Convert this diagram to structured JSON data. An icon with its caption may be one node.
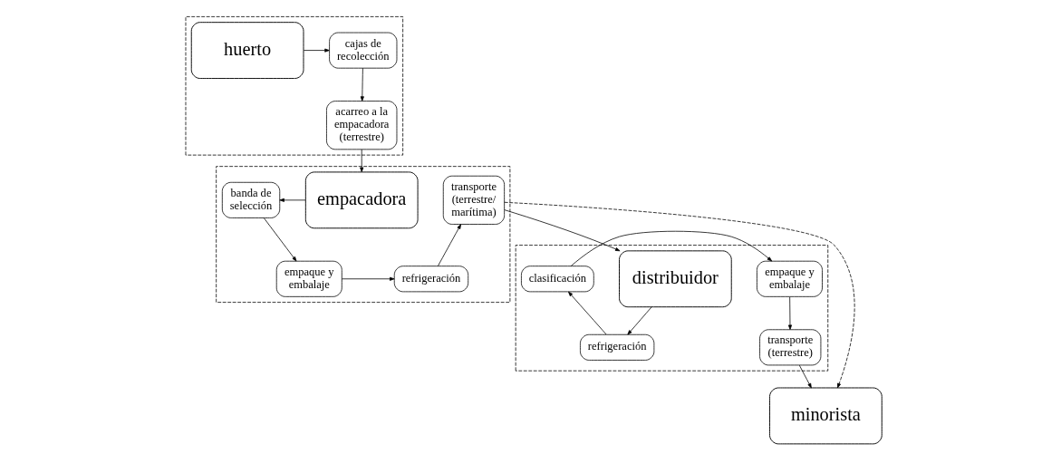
{
  "diagram": {
    "nodes": [
      {
        "text": [],
        "shape": "box"
      },
      {
        "text": [
          "huerto"
        ],
        "in": 0
      },
      {
        "text": [
          "cajas de recolección"
        ],
        "in": 0
      },
      {
        "text": [
          "acarreo a la empacadora (terrestre)"
        ],
        "in": 0
      },
      {
        "text": [],
        "shape": "box"
      },
      {
        "text": [
          "distribuidor"
        ],
        "in": 4
      },
      {
        "text": [
          "clasificación"
        ],
        "in": 4
      },
      {
        "text": [
          "empaque y embalaje"
        ],
        "in": 4
      },
      {
        "text": [
          "refrigeración"
        ],
        "in": 4
      },
      {
        "text": [
          "transporte (terrestre)"
        ],
        "in": 4
      },
      {
        "text": [],
        "shape": "box"
      },
      {
        "text": [
          "empacadora"
        ],
        "in": 10
      },
      {
        "text": [
          "banda de selección"
        ],
        "in": 10
      },
      {
        "text": [
          "transporte (terrestre/ marítima)"
        ],
        "in": 10
      },
      {
        "text": [
          "empaque y embalaje"
        ],
        "in": 10
      },
      {
        "text": [
          "refrigeración"
        ],
        "in": 10
      },
      {
        "text": [
          "minorista"
        ]
      }
    ],
    "edges": [
      {
        "from": 1,
        "to": 2,
        "arrow": "to"
      },
      {
        "from": 2,
        "to": 3,
        "arrow": "to"
      },
      {
        "from": 3,
        "to": 11,
        "arrow": "to"
      },
      {
        "from": 11,
        "to": 12,
        "arrow": "to"
      },
      {
        "from": 12,
        "to": 14,
        "arrow": "to"
      },
      {
        "from": 14,
        "to": 15,
        "arrow": "to"
      },
      {
        "from": 15,
        "to": 13,
        "arrow": "to"
      },
      {
        "from": 13,
        "to": 5,
        "arrow": "to"
      },
      {
        "from": 5,
        "to": 8,
        "arrow": "to"
      },
      {
        "from": 8,
        "to": 6,
        "arrow": "to"
      },
      {
        "from": 6,
        "to": 7,
        "arrow": "to"
      },
      {
        "from": 7,
        "to": 9,
        "arrow": "to"
      },
      {
        "from": 9,
        "to": 16,
        "arrow": "to"
      },
      {
        "from": 13,
        "to": 16,
        "arrow": "to",
        "style": "dashed"
      }
    ]
  }
}
